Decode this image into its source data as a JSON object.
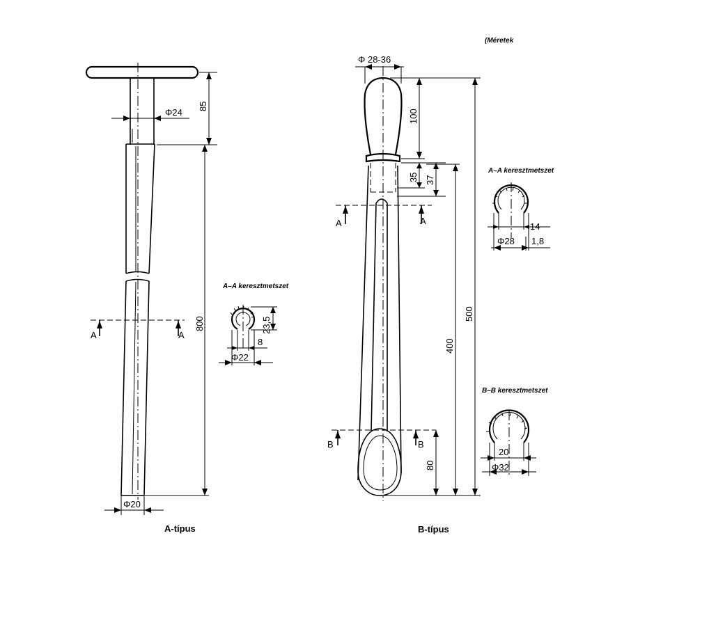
{
  "units_note": "(Méretek",
  "type_a": {
    "caption": "A-típus",
    "dim_handle_dia": "Φ24",
    "dim_handle_len": "85",
    "dim_total_len": "800",
    "dim_tip_dia": "Φ20",
    "section_marker": "A",
    "section": {
      "title": "A–A keresztmetszet",
      "dim_height": "23,5",
      "dim_slot": "8",
      "dim_dia": "Φ22"
    }
  },
  "type_b": {
    "caption": "B-típus",
    "dim_handle_dia": "Φ 28-36",
    "dim_handle_len": "100",
    "dim_collar_1": "35",
    "dim_collar_2": "37",
    "dim_blade_len": "400",
    "dim_total_len": "500",
    "dim_tip_len": "80",
    "section_marker_a": "A",
    "section_marker_b": "B",
    "section_a": {
      "title": "A–A keresztmetszet",
      "dim_slot": "14",
      "dim_dia": "Φ28",
      "dim_wall": "1,8"
    },
    "section_b": {
      "title": "B–B keresztmetszet",
      "dim_slot": "20",
      "dim_dia": "Φ32"
    }
  }
}
